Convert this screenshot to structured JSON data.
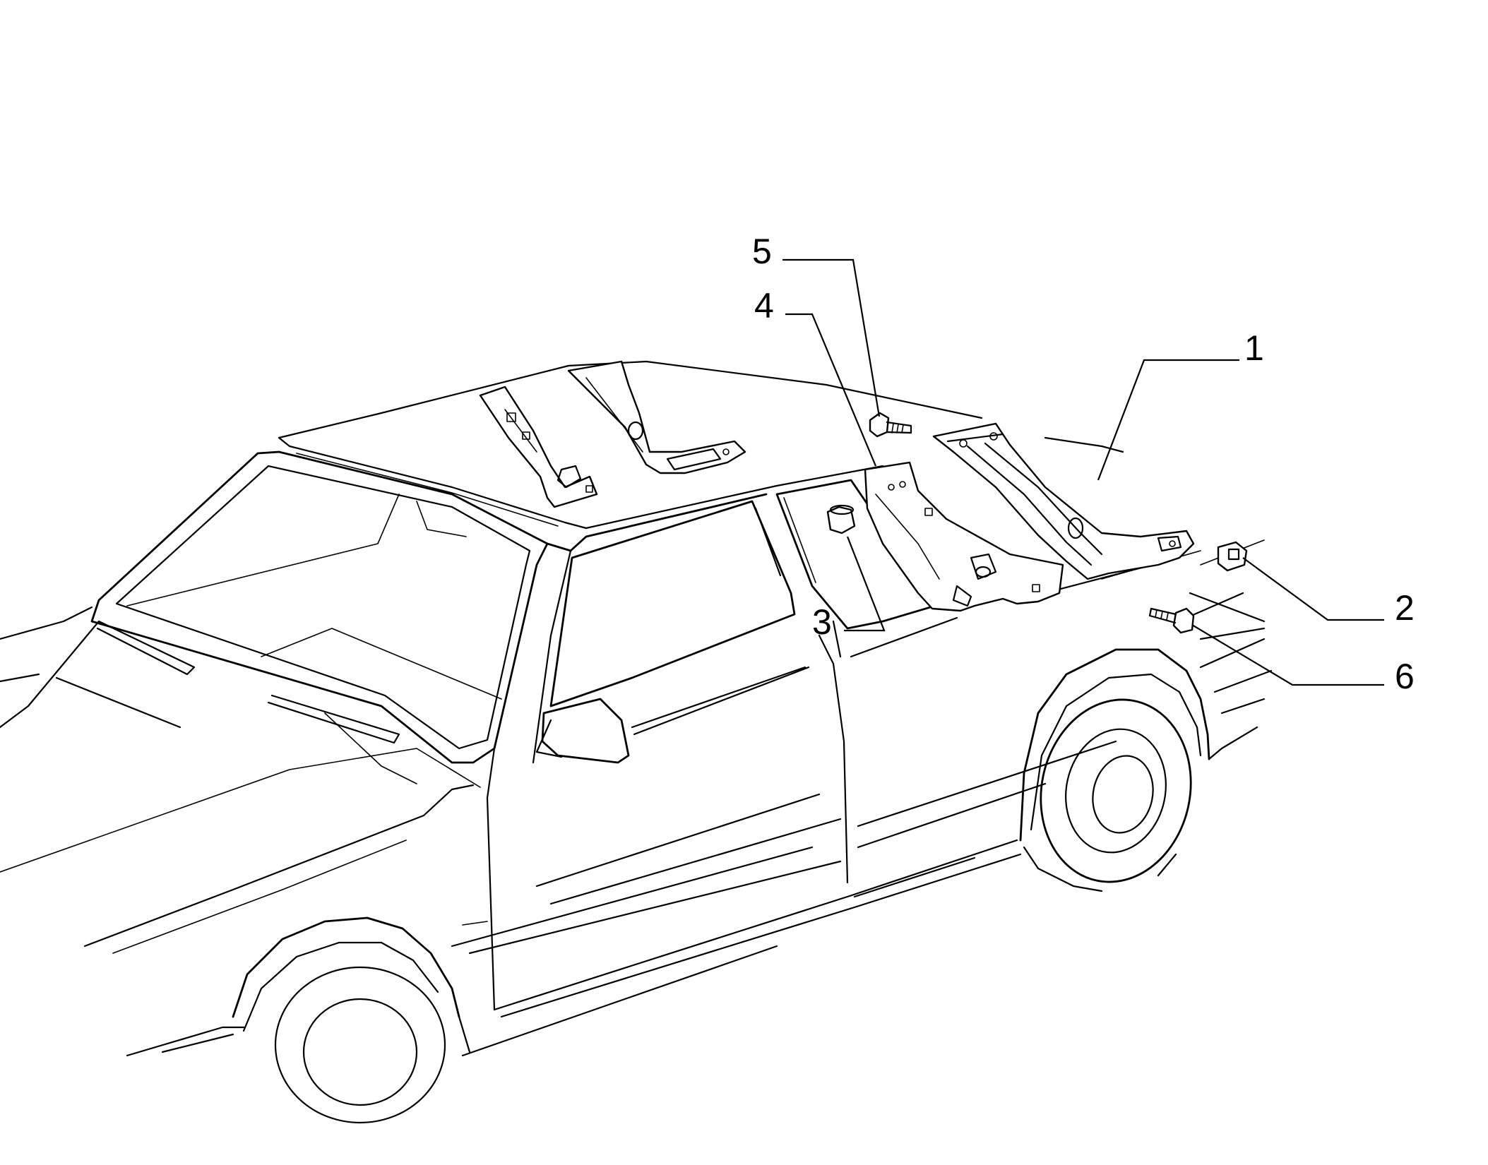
{
  "diagram": {
    "callouts": [
      {
        "id": "1",
        "label": "1",
        "part": "rear-pillar-trim"
      },
      {
        "id": "2",
        "label": "2",
        "part": "clip"
      },
      {
        "id": "3",
        "label": "3",
        "part": "cap"
      },
      {
        "id": "4",
        "label": "4",
        "part": "center-pillar-trim"
      },
      {
        "id": "5",
        "label": "5",
        "part": "screw"
      },
      {
        "id": "6",
        "label": "6",
        "part": "screw"
      }
    ],
    "colors": {
      "line": "#000000",
      "background": "#ffffff"
    }
  }
}
